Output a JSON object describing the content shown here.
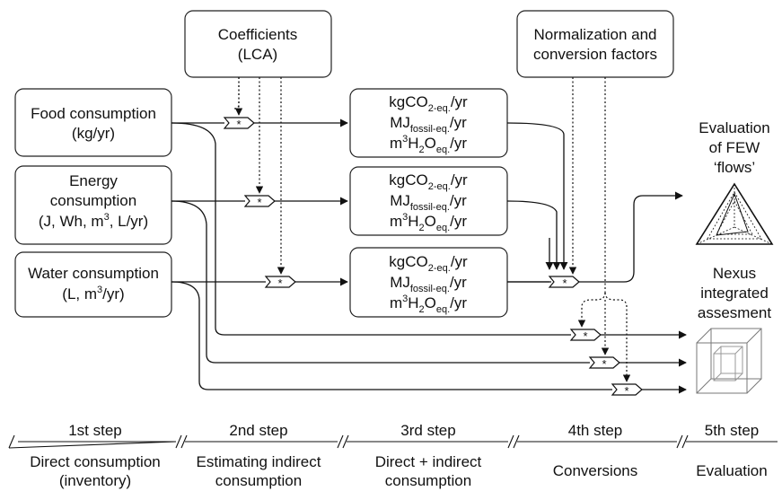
{
  "inputs": [
    {
      "line1": "Food consumption",
      "line2": "(kg/yr)",
      "line3": ""
    },
    {
      "line1": "Energy",
      "line2": "consumption",
      "line3": "(J, Wh, m",
      "line3_sup": "3",
      "line3_end": ", L/yr)"
    },
    {
      "line1": "Water consumption",
      "line2_pre": "(L, m",
      "line2_sup": "3",
      "line2_end": "/yr)"
    }
  ],
  "coefficients": {
    "line1": "Coefficients",
    "line2": "(LCA)"
  },
  "normalization": {
    "line1": "Normalization and",
    "line2": "conversion factors"
  },
  "impact_units": {
    "co2_main": "kgCO",
    "co2_sub": "2-eq.",
    "co2_end": "/yr",
    "fossil_main": "MJ",
    "fossil_sub": "fossil-eq.",
    "fossil_end": "/yr",
    "water_pre": "m",
    "water_sup": "3",
    "water_mid": "H",
    "water_sub1": "2",
    "water_o": "O",
    "water_sub2": "eq.",
    "water_end": "/yr"
  },
  "operator_symbol": "*",
  "outputs": {
    "few_line1": "Evaluation",
    "few_line2": "of FEW",
    "few_line3": "‘flows’",
    "nexus_line1": "Nexus",
    "nexus_line2": "integrated",
    "nexus_line3": "assesment"
  },
  "steps": [
    {
      "title": "1st step",
      "line1": "Direct consumption",
      "line2": "(inventory)"
    },
    {
      "title": "2nd step",
      "line1": "Estimating indirect",
      "line2": "consumption"
    },
    {
      "title": "3rd step",
      "line1": "Direct + indirect",
      "line2": "consumption"
    },
    {
      "title": "4th step",
      "line1": "Conversions",
      "line2": ""
    },
    {
      "title": "5th step",
      "line1": "Evaluation",
      "line2": ""
    }
  ],
  "icons": [
    "radar-triangle-icon",
    "cube-wireframe-icon"
  ]
}
